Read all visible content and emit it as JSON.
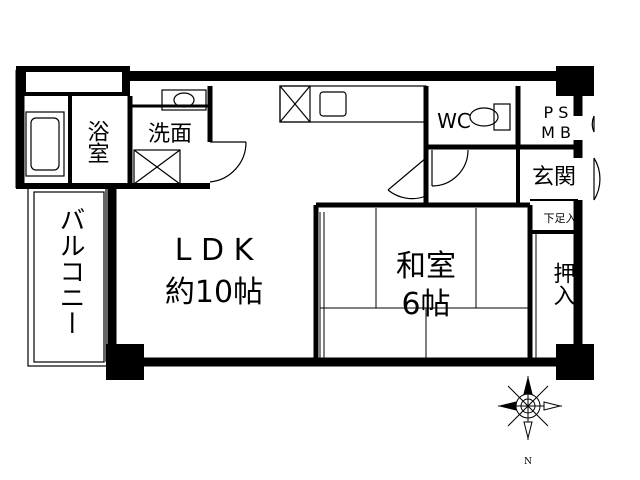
{
  "rooms": {
    "bath": "浴室",
    "washroom": "洗面",
    "ldk_1": "L D K",
    "ldk_2": "約10帖",
    "washitsu_1": "和室",
    "washitsu_2": "6帖",
    "wc": "WC",
    "ps_1": "P S",
    "ps_2": "M B",
    "genkan": "玄関",
    "geta": "下足入",
    "oshiire": "押入",
    "balcony": "バルコニー"
  },
  "compass": {
    "north_label": "N"
  },
  "colors": {
    "wall": "#000000",
    "line": "#333333",
    "background": "#ffffff"
  }
}
